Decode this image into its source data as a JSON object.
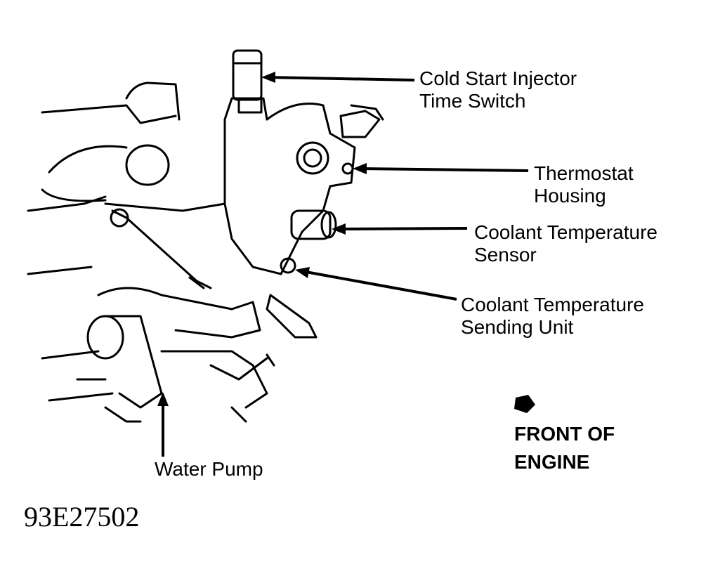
{
  "labels": {
    "cold_start_injector": [
      "Cold Start Injector",
      "Time Switch"
    ],
    "thermostat_housing": [
      "Thermostat",
      "Housing"
    ],
    "coolant_temp_sensor": [
      "Coolant Temperature",
      "Sensor"
    ],
    "coolant_temp_sending_unit": [
      "Coolant Temperature",
      "Sending Unit"
    ],
    "water_pump": "Water Pump",
    "front_of_engine": [
      "FRONT OF",
      "ENGINE"
    ]
  },
  "figure_code": "93E27502",
  "icons": {
    "front_arrow": "pentagon-arrow-icon"
  }
}
